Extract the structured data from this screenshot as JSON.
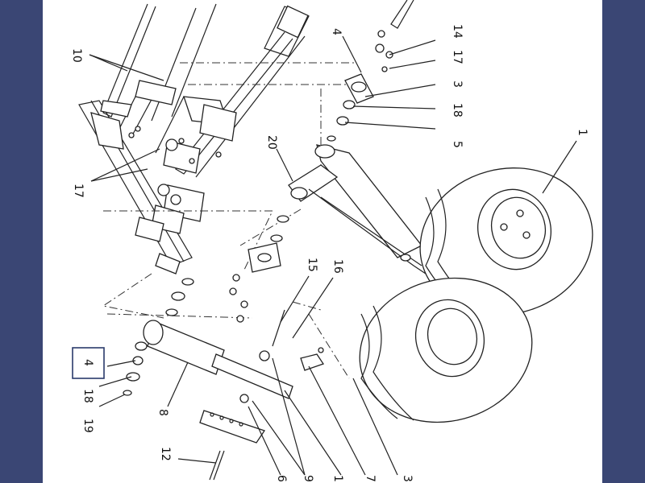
{
  "diagram": {
    "callouts": [
      {
        "id": "c10",
        "text": "10"
      },
      {
        "id": "c4a",
        "text": "4"
      },
      {
        "id": "c14",
        "text": "14"
      },
      {
        "id": "c17a",
        "text": "17"
      },
      {
        "id": "c3a",
        "text": "3"
      },
      {
        "id": "c18a",
        "text": "18"
      },
      {
        "id": "c5a",
        "text": "5"
      },
      {
        "id": "c1a",
        "text": "1"
      },
      {
        "id": "c20",
        "text": "20"
      },
      {
        "id": "c17b",
        "text": "17"
      },
      {
        "id": "c15",
        "text": "15"
      },
      {
        "id": "c16",
        "text": "16"
      },
      {
        "id": "c4b",
        "text": "4"
      },
      {
        "id": "c18b",
        "text": "18"
      },
      {
        "id": "c19",
        "text": "19"
      },
      {
        "id": "c8",
        "text": "8"
      },
      {
        "id": "c12",
        "text": "12"
      },
      {
        "id": "c6",
        "text": "6"
      },
      {
        "id": "c9",
        "text": "9"
      },
      {
        "id": "c1b",
        "text": "1"
      },
      {
        "id": "c7",
        "text": "7"
      },
      {
        "id": "c3b",
        "text": "3"
      }
    ],
    "highlighted_callout": "4"
  },
  "colors": {
    "frame": "#3a4674",
    "sheet": "#ffffff",
    "ink": "#222222"
  }
}
